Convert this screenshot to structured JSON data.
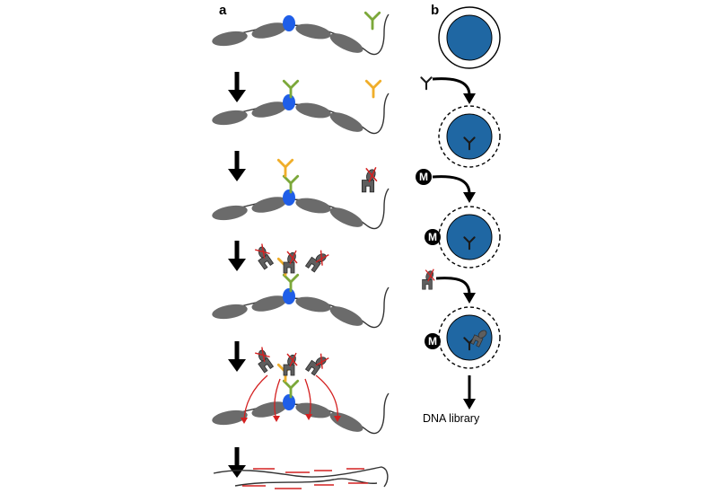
{
  "panels": {
    "a": {
      "label": "a"
    },
    "b": {
      "label": "b",
      "marker_label": "M",
      "output_label": "DNA library"
    }
  },
  "colors": {
    "nucleosome": "#6b6b6b",
    "dna": "#333333",
    "target_protein": "#1f5ee8",
    "primary_antibody": "#7ca83a",
    "secondary_antibody": "#f0ae2a",
    "transposase": "#5e5e5e",
    "adapter": "#d42020",
    "nucleus": "#1f67a3",
    "arrow": "#000000"
  },
  "icons": {
    "primary_antibody": "y-shaped-antibody-icon",
    "secondary_antibody": "y-shaped-antibody-icon",
    "transposome": "loaded-transposase-icon",
    "target_protein": "blue-oval-protein-icon",
    "concanavalin_bead": "black-circle-m-icon"
  }
}
